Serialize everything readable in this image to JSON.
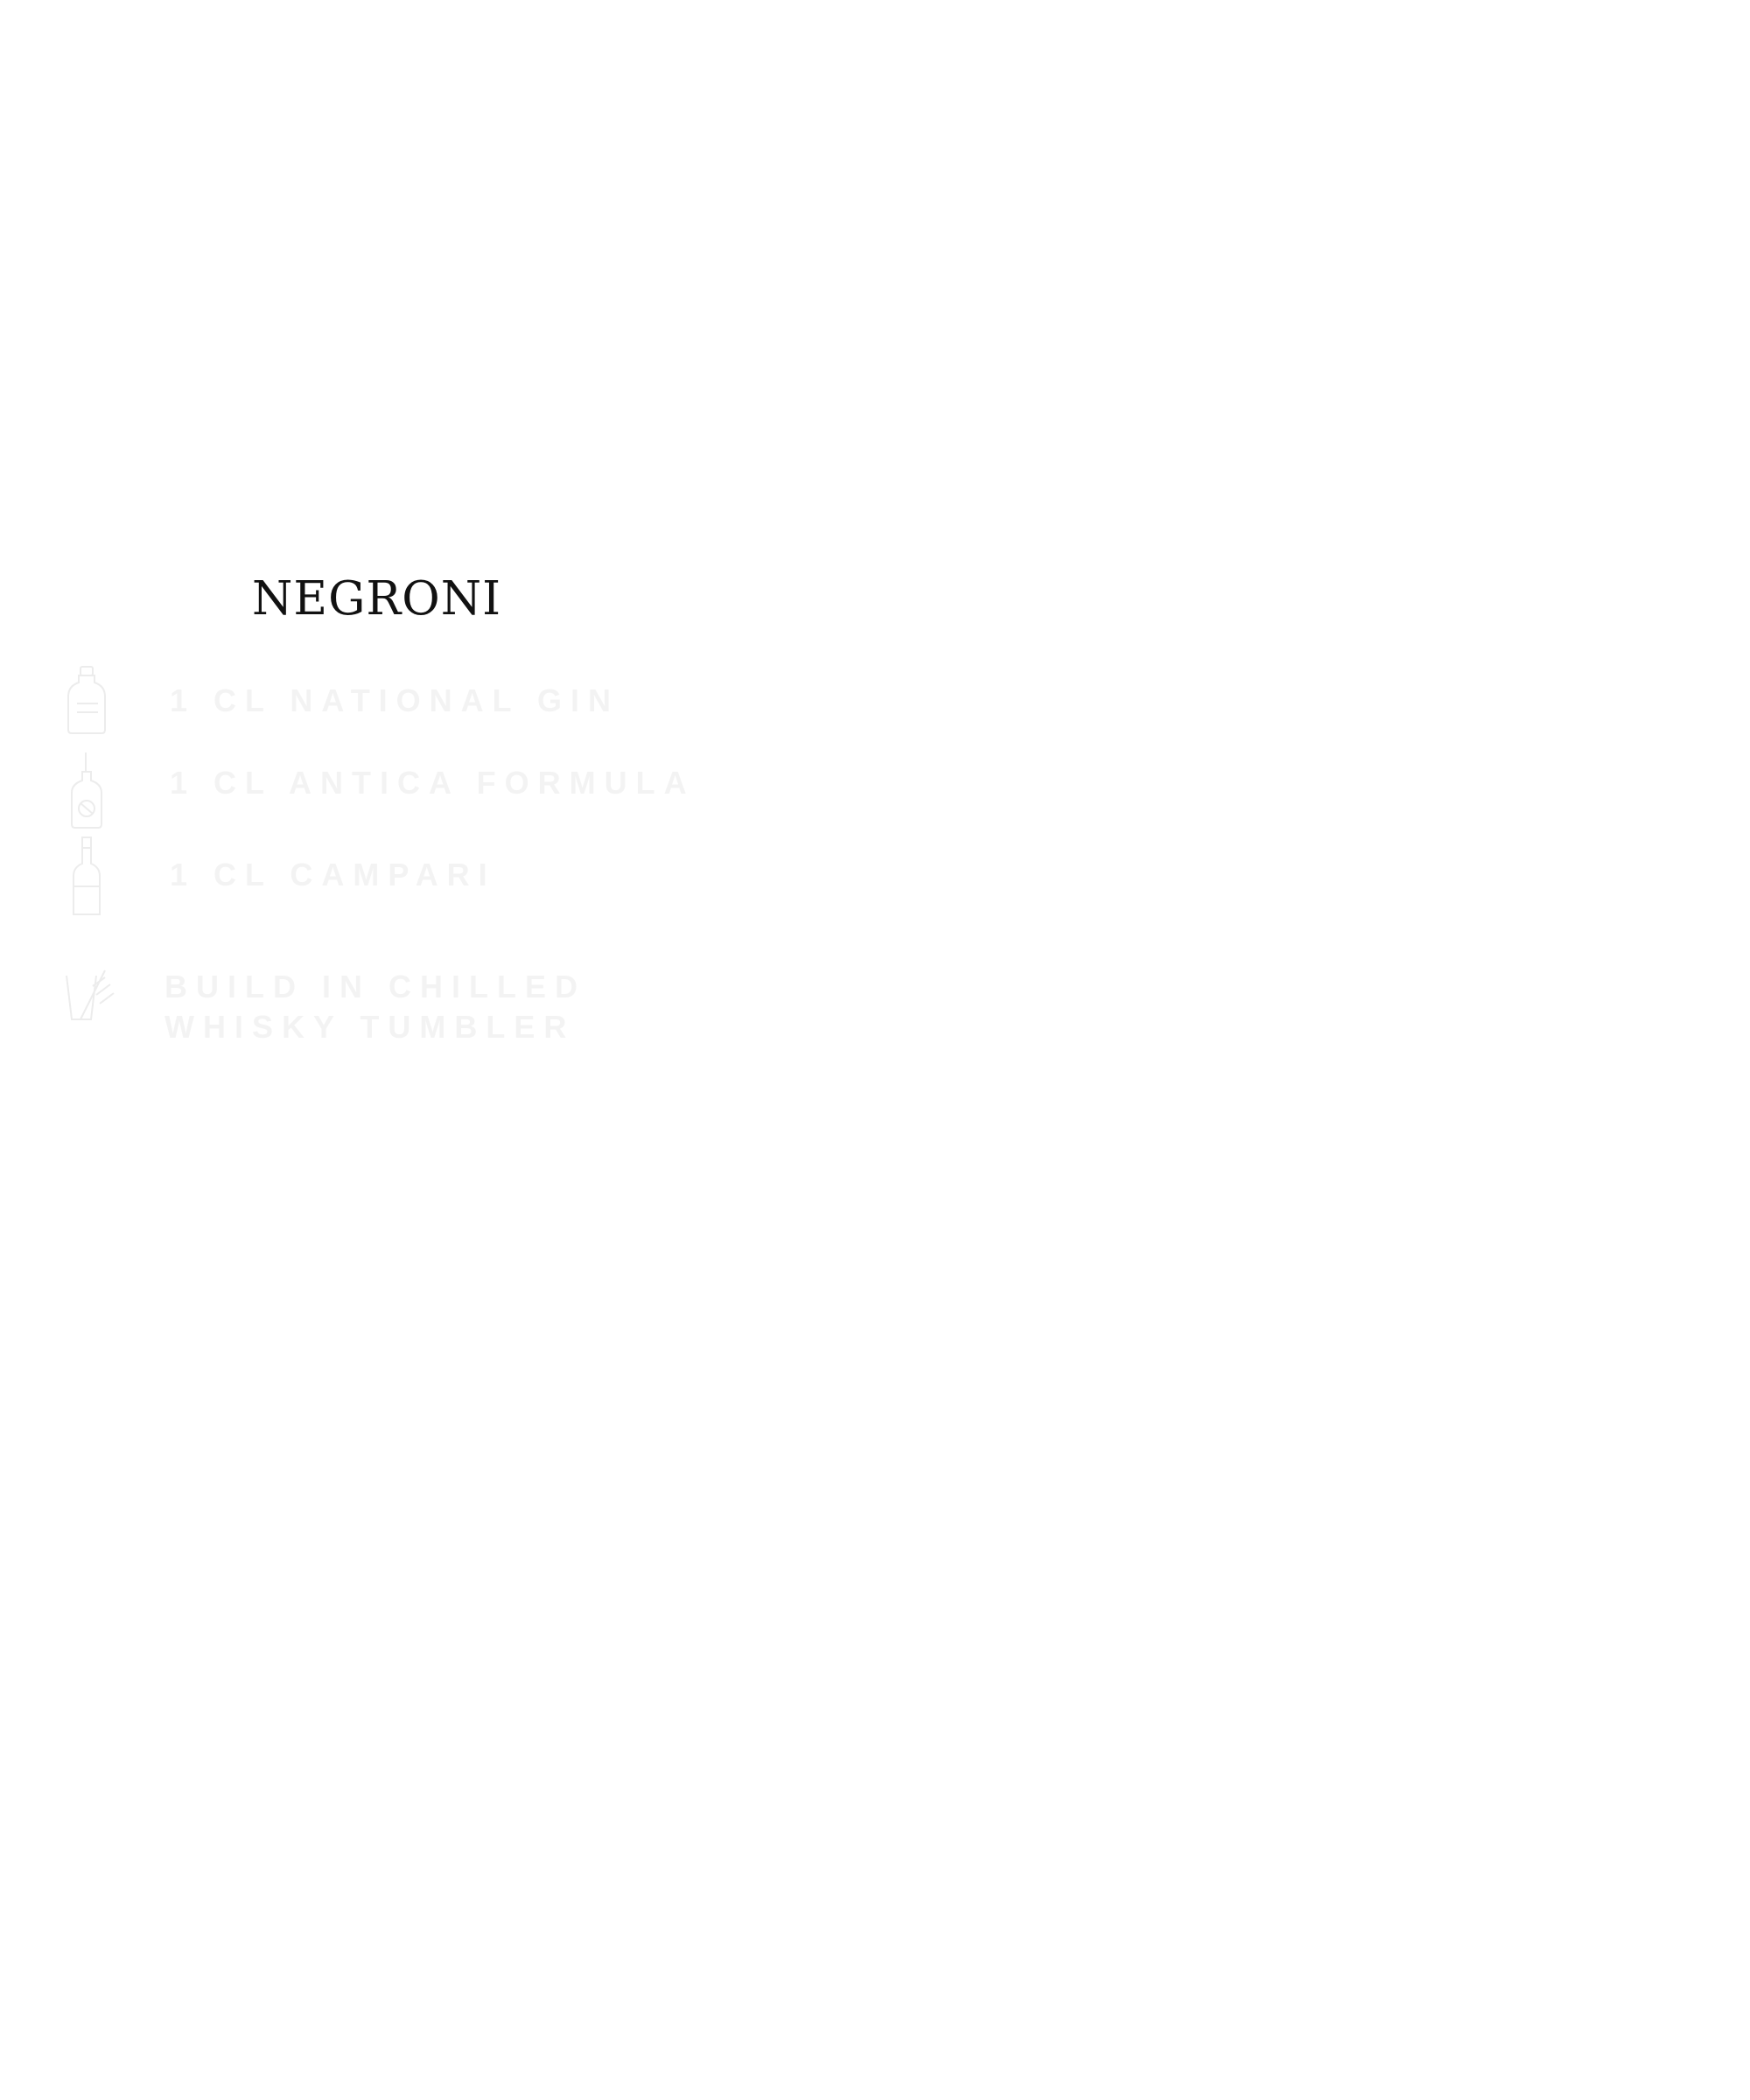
{
  "title": "negroni",
  "ingredients": [
    {
      "text": "1 CL NATIONAL GIN",
      "icon": "gin-bottle-icon"
    },
    {
      "text": "1 CL ANTICA FORMULA",
      "icon": "vermouth-bottle-icon"
    },
    {
      "text": "1 CL CAMPARI",
      "icon": "campari-bottle-icon"
    }
  ],
  "method": {
    "text": "BUILD IN CHILLED WHISKY TUMBLER",
    "icon": "stir-glass-icon"
  },
  "colors": {
    "title": "#111111",
    "faded_text": "#f3f3f3",
    "faded_icon": "#ececec",
    "background": "#ffffff"
  }
}
